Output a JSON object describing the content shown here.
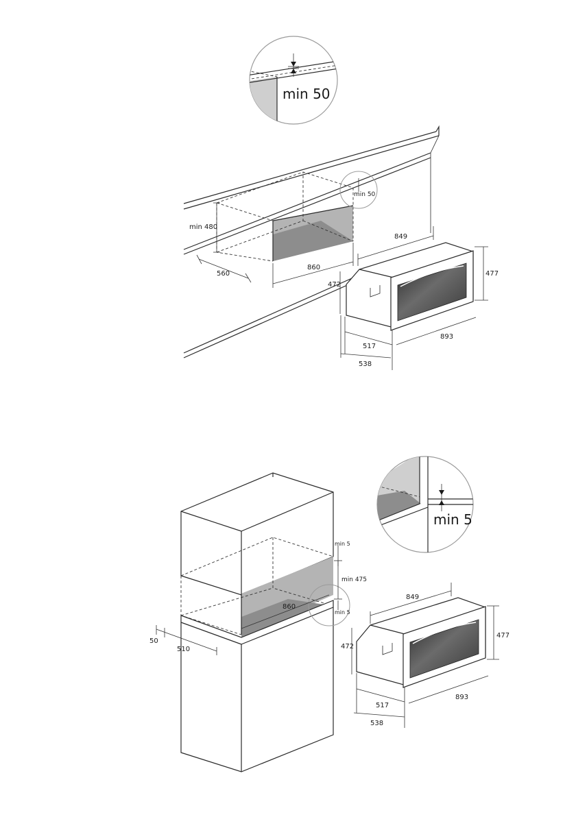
{
  "top": {
    "detail_label": "min 50",
    "detail_small": "min 50",
    "height_label": "min 480",
    "depth_label": "560",
    "width_label": "860",
    "oven": {
      "width": "849",
      "height": "477",
      "side_height": "472",
      "front_width": "893",
      "depth_body": "517",
      "depth_total": "538"
    }
  },
  "bottom": {
    "detail_label": "min 5",
    "top_gap": "min 5",
    "height_label": "min 475",
    "bottom_gap": "min 5",
    "width_label": "860",
    "depth_label": "510",
    "offset_label": "50",
    "oven": {
      "width": "849",
      "height": "477",
      "side_height": "472",
      "front_width": "893",
      "depth_body": "517",
      "depth_total": "538"
    }
  }
}
